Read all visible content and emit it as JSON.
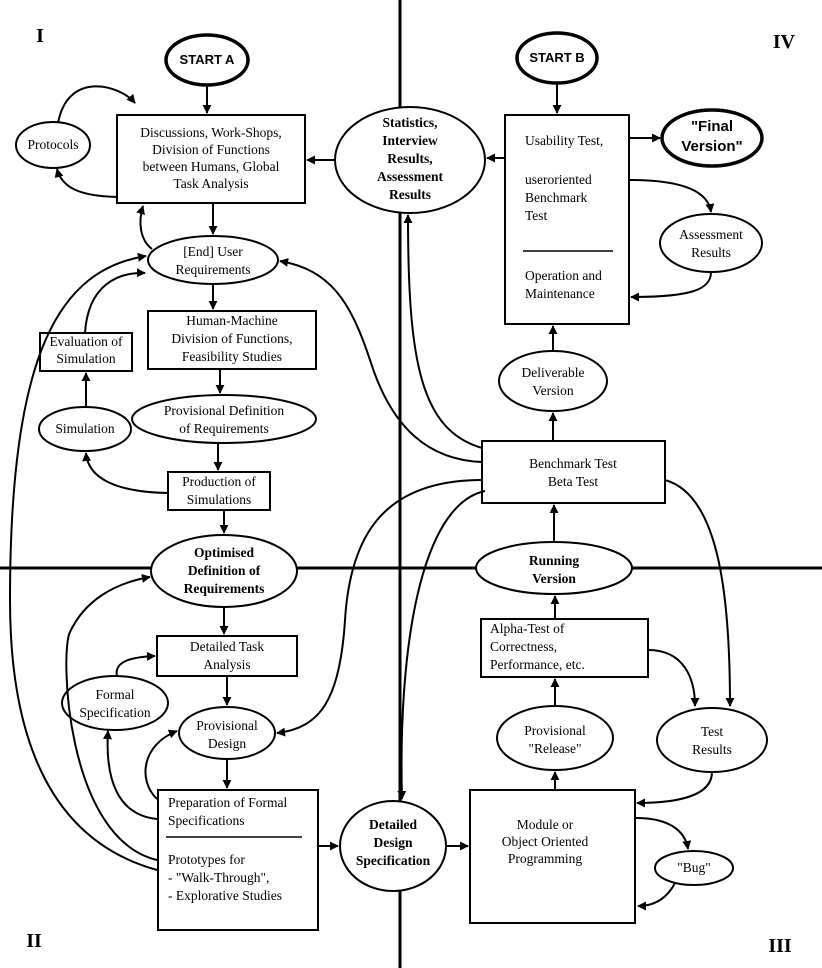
{
  "quadrants": {
    "q1": "I",
    "q2": "II",
    "q3": "III",
    "q4": "IV"
  },
  "nodes": {
    "start_a": [
      "START A"
    ],
    "start_b": [
      "START B"
    ],
    "discussions": [
      "Discussions, Work-Shops,",
      "Division of Functions",
      "between Humans, Global",
      "Task Analysis"
    ],
    "protocols": [
      "Protocols"
    ],
    "user_requirements": [
      "[End] User",
      "Requirements"
    ],
    "human_machine": [
      "Human-Machine",
      "Division of Functions,",
      "Feasibility Studies"
    ],
    "evaluation_simulation": [
      "Evaluation of",
      "Simulation"
    ],
    "provisional_definition": [
      "Provisional Definition",
      "of Requirements"
    ],
    "simulation": [
      "Simulation"
    ],
    "production_simulations": [
      "Production of",
      "Simulations"
    ],
    "optimised_definition": [
      "Optimised",
      "Definition of",
      "Requirements"
    ],
    "detailed_task": [
      "Detailed Task",
      "Analysis"
    ],
    "formal_spec": [
      "Formal",
      "Specification"
    ],
    "provisional_design": [
      "Provisional",
      "Design"
    ],
    "prep_formal": [
      "Preparation of Formal",
      "Specifications"
    ],
    "prototypes": [
      "Prototypes for",
      "- \"Walk-Through\",",
      "- Explorative Studies"
    ],
    "detailed_design": [
      "Detailed",
      "Design",
      "Specification"
    ],
    "statistics": [
      "Statistics,",
      "Interview",
      "Results,",
      "Assessment",
      "Results"
    ],
    "usability_test": [
      "Usability Test,"
    ],
    "useroriented": [
      "useroriented",
      "Benchmark",
      "Test"
    ],
    "operation": [
      "Operation and",
      "Maintenance"
    ],
    "final_version": [
      "\"Final",
      "Version\""
    ],
    "assessment_results": [
      "Assessment",
      "Results"
    ],
    "deliverable": [
      "Deliverable",
      "Version"
    ],
    "benchmark": [
      "Benchmark Test",
      "Beta Test"
    ],
    "running": [
      "Running",
      "Version"
    ],
    "alpha": [
      "Alpha-Test of",
      "Correctness,",
      "Performance, etc."
    ],
    "provisional_release": [
      "Provisional",
      "\"Release\""
    ],
    "test_results": [
      "Test",
      "Results"
    ],
    "module": [
      "Module or",
      "Object Oriented",
      "Programming"
    ],
    "bug": [
      "\"Bug\""
    ]
  }
}
